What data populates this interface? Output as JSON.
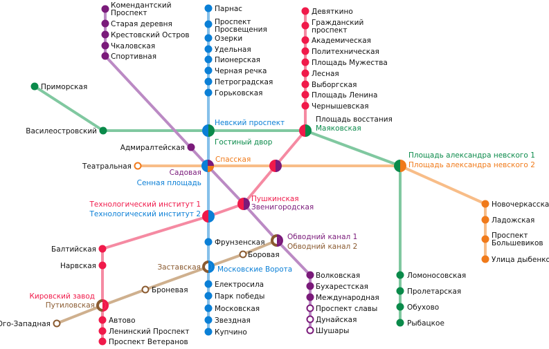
{
  "colors": {
    "blue": "#0a7fd6",
    "blue_line": "#86c0ea",
    "red": "#f01a4a",
    "red_line": "#f58aa2",
    "green": "#0a8a4a",
    "green_line": "#80c8a0",
    "purple": "#7a1a7a",
    "purple_line": "#bb8ac4",
    "orange": "#f07a1a",
    "orange_line": "#f8bd88",
    "brown": "#8a5a30",
    "brown_line": "#cfb08e"
  },
  "stations": {
    "komendantsky": "Комендантский",
    "komendantsky_2": "Проспект",
    "staraya_derevnya": "Старая деревня",
    "krestovsky": "Крестовский Остров",
    "chkalovskaya": "Чкаловская",
    "sportivnaya": "Спортивная",
    "admiralteyskaya": "Адмиралтейская",
    "sadovaya": "Садовая",
    "zvenigorodskaya": "Звенигородская",
    "obvodny_1": "Обводний канал 1",
    "volkovskaya": "Волковская",
    "buharestskaya": "Бухарестская",
    "mezhdunarodnaya": "Международная",
    "prospekt_slavy": "Проспект славы",
    "dunayskaya": "Дунайская",
    "shushary": "Шушары",
    "parnas": "Парнас",
    "prosvescheniya_1": "Проспект",
    "prosvescheniya_2": "Просвещения",
    "ozerki": "Озерки",
    "udelnaya": "Удельная",
    "pionerskaya": "Пионерская",
    "chernaya_rechka": "Черная речка",
    "petrogradskaya": "Петроградская",
    "gorkovskaya": "Горьковская",
    "nevsky": "Невский проспект",
    "sennaya": "Сенная площадь",
    "tekhnolog_2": "Технологический институт 2",
    "frunzenskaya": "Фрунзенская",
    "moskovskie_vorota": "Московские Ворота",
    "elektrosila": "Електросила",
    "park_pobedy": "Парк победы",
    "moskovskaya": "Московская",
    "zvezdnaya": "Звездная",
    "kupchino": "Купчино",
    "devyatkino": "Девяткино",
    "grazhdansky_1": "Гражданский",
    "grazhdansky_2": "проспект",
    "akademicheskaya": "Академическая",
    "politekhnicheskaya": "Политехническая",
    "ploschad_muzhestva": "Площадь Мужества",
    "lesnaya": "Лесная",
    "vyborgskaya": "Выборгская",
    "ploschad_lenina": "Площадь Ленина",
    "chernyshevskaya": "Чернышевская",
    "ploschad_vosstaniya": "Площадь восстания",
    "pushkinskaya": "Пушкинская",
    "tekhnolog_1": "Технологический институт 1",
    "baltiyskaya": "Балтийская",
    "narvskaya": "Нарвская",
    "kirovsky_zavod": "Кировский завод",
    "avtovo": "Автово",
    "leninsky": "Ленинский Проспект",
    "veteranov": "Проспект Ветеранов",
    "primorskaya": "Приморская",
    "vasileostrovsky": "Василеостровский",
    "gostiny_dvor": "Гостиный двор",
    "mayakovskaya": "Маяковская",
    "anevsky_1": "Площадь александра невского 1",
    "lomonosovskaya": "Ломоносовская",
    "proletarskaya": "Пролетарская",
    "obukhovo": "Обухово",
    "rybatskoe": "Рыбацкое",
    "teatralnaya": "Театральная",
    "spasskaya": "Спасская",
    "anevsky_2": "Площадь александра невского 2",
    "novocherkasskaya": "Новочеркасская",
    "ladozhskaya": "Ладожская",
    "bolshevikov_1": "Проспект",
    "bolshevikov_2": "Большевиков",
    "dybenko": "Улица дыбенко",
    "yugo_zapadnaya": "Юго-Западная",
    "putilovskaya": "Путиловская",
    "bronevaya": "Броневая",
    "zastavskaya": "Заставская",
    "borovaya": "Боровая",
    "obvodny_2": "Обводний канал 2"
  }
}
